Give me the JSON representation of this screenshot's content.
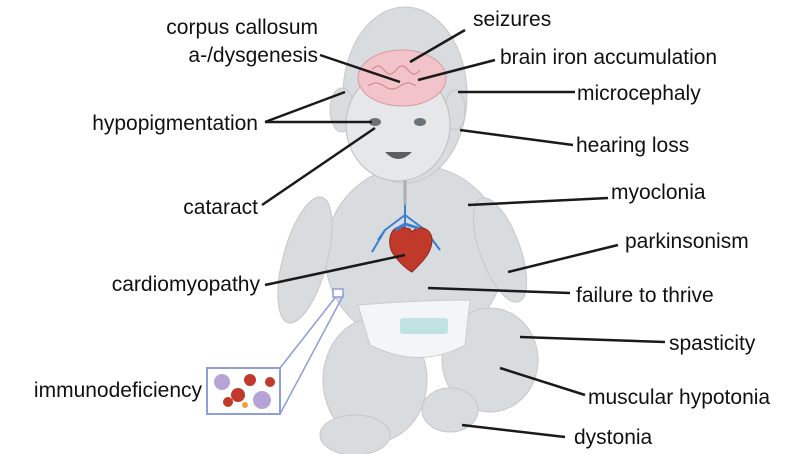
{
  "labels": {
    "corpus_callosum_1": "corpus callosum",
    "corpus_callosum_2": "a-/dysgenesis",
    "seizures": "seizures",
    "brain_iron": "brain iron accumulation",
    "microcephaly": "microcephaly",
    "hypopigmentation": "hypopigmentation",
    "hearing_loss": "hearing loss",
    "cataract": "cataract",
    "myoclonia": "myoclonia",
    "parkinsonism": "parkinsonism",
    "cardiomyopathy": "cardiomyopathy",
    "failure_to_thrive": "failure to thrive",
    "spasticity": "spasticity",
    "immunodeficiency": "immunodeficiency",
    "muscular_hypotonia": "muscular hypotonia",
    "dystonia": "dystonia"
  },
  "colors": {
    "body": "#d9dcde",
    "brain": "#f2c4c9",
    "heart": "#c0392b",
    "vessels": "#3a7fd0",
    "inset_frame": "#8e9ed8",
    "leader_line": "#1a1a1a"
  }
}
